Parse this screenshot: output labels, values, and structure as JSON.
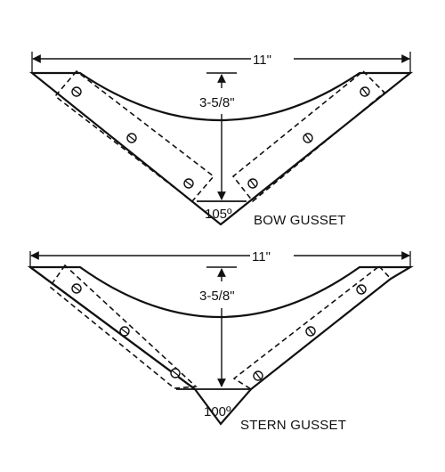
{
  "bow_gusset": {
    "title": "BOW GUSSET",
    "width_label": "11\"",
    "depth_label": "3-5/8\"",
    "angle_label": "105º"
  },
  "stern_gusset": {
    "title": "STERN GUSSET",
    "width_label": "11\"",
    "depth_label": "3-5/8\"",
    "angle_label": "100º"
  },
  "colors": {
    "ink": "#111111",
    "paper": "#ffffff"
  }
}
